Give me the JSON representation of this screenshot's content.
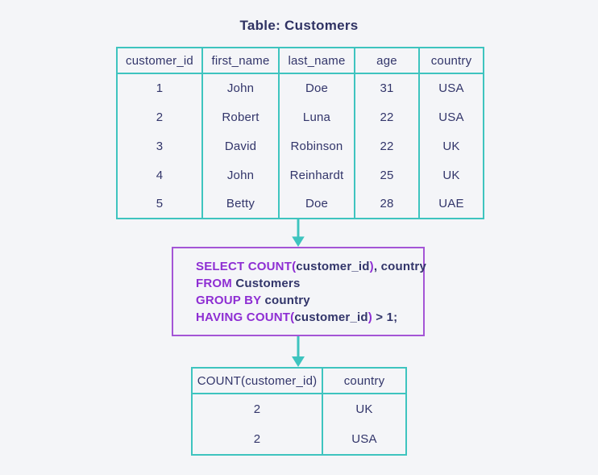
{
  "page": {
    "background_color": "#f4f5f8",
    "title": "Table: Customers"
  },
  "colors": {
    "table_border_teal": "#3ec4bf",
    "arrow_teal": "#3ec4bf",
    "text_navy": "#32356a",
    "sql_box_border_purple": "#a455d6",
    "sql_keyword_purple": "#8e2ed3"
  },
  "customers_table": {
    "columns": [
      "customer_id",
      "first_name",
      "last_name",
      "age",
      "country"
    ],
    "rows": [
      [
        "1",
        "John",
        "Doe",
        "31",
        "USA"
      ],
      [
        "2",
        "Robert",
        "Luna",
        "22",
        "USA"
      ],
      [
        "3",
        "David",
        "Robinson",
        "22",
        "UK"
      ],
      [
        "4",
        "John",
        "Reinhardt",
        "25",
        "UK"
      ],
      [
        "5",
        "Betty",
        "Doe",
        "28",
        "UAE"
      ]
    ]
  },
  "sql_query": {
    "full_text": "SELECT COUNT(customer_id), country FROM Customers GROUP BY country HAVING COUNT(customer_id) > 1;",
    "lines": [
      [
        {
          "text": "SELECT COUNT(",
          "type": "keyword"
        },
        {
          "text": "customer_id",
          "type": "plain"
        },
        {
          "text": ")",
          "type": "keyword"
        },
        {
          "text": ", country",
          "type": "plain"
        }
      ],
      [
        {
          "text": "FROM",
          "type": "keyword"
        },
        {
          "text": " Customers",
          "type": "plain"
        }
      ],
      [
        {
          "text": "GROUP BY",
          "type": "keyword"
        },
        {
          "text": " country",
          "type": "plain"
        }
      ],
      [
        {
          "text": "HAVING COUNT(",
          "type": "keyword"
        },
        {
          "text": "customer_id",
          "type": "plain"
        },
        {
          "text": ")",
          "type": "keyword"
        },
        {
          "text": " > 1;",
          "type": "plain"
        }
      ]
    ]
  },
  "result_table": {
    "columns": [
      "COUNT(customer_id)",
      "country"
    ],
    "rows": [
      [
        "2",
        "UK"
      ],
      [
        "2",
        "USA"
      ]
    ]
  }
}
